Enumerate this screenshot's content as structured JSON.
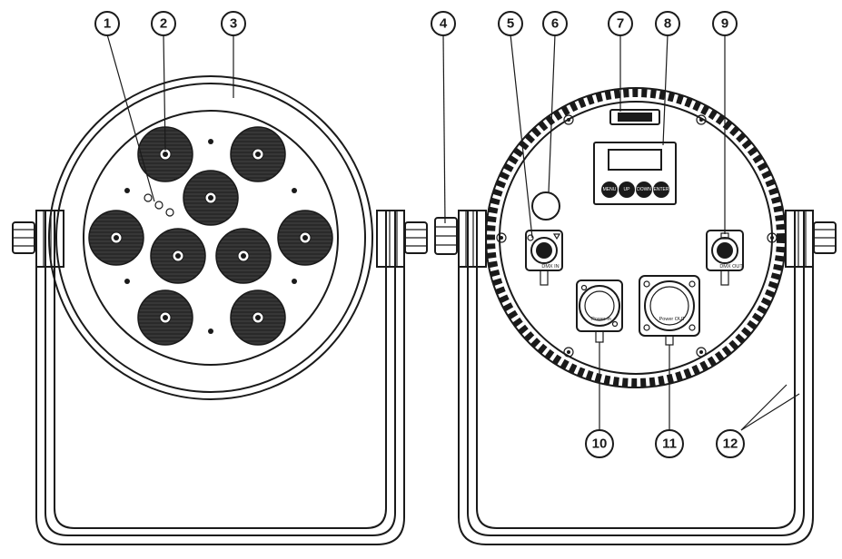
{
  "callouts": [
    {
      "num": "1"
    },
    {
      "num": "2"
    },
    {
      "num": "3"
    },
    {
      "num": "4"
    },
    {
      "num": "5"
    },
    {
      "num": "6"
    },
    {
      "num": "7"
    },
    {
      "num": "8"
    },
    {
      "num": "9"
    },
    {
      "num": "10"
    },
    {
      "num": "11"
    },
    {
      "num": "12"
    }
  ],
  "buttons": [
    "MENU",
    "UP",
    "DOWN",
    "ENTER"
  ],
  "connectors": {
    "dmx_in": "DMX IN",
    "dmx_out": "DMX OUT",
    "power_in": "Power In",
    "power_out": "Power OUT"
  },
  "colors": {
    "line": "#1a1a1a",
    "led_fill": "#2a2a2a",
    "background": "#ffffff"
  }
}
